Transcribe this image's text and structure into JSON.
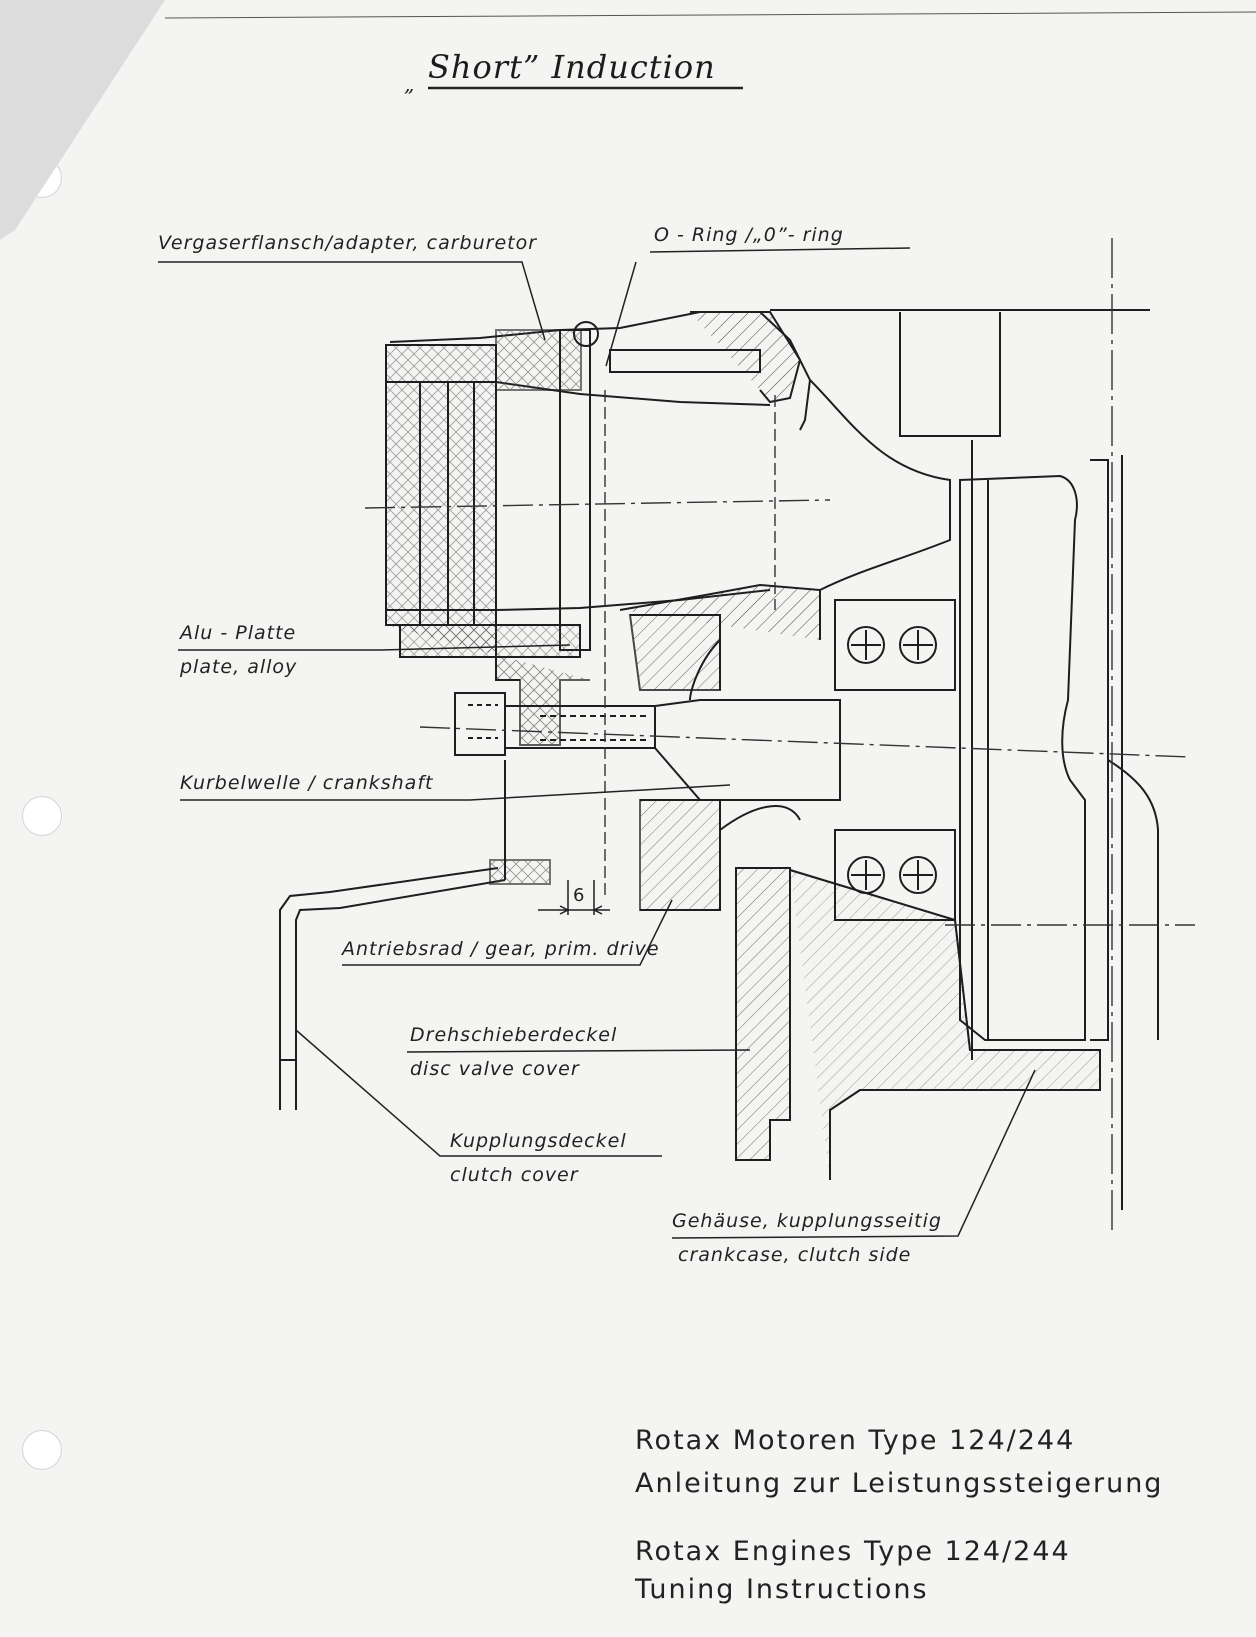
{
  "title": "Short” Induction",
  "title_open_quote": "„",
  "labels": {
    "carburetor_adapter": "Vergaserflansch/adapter, carburetor",
    "o_ring": "O - Ring /„0”- ring",
    "alu_plate_de": "Alu - Platte",
    "alu_plate_en": "plate, alloy",
    "crankshaft": "Kurbelwelle / crankshaft",
    "gear_primary_drive": "Antriebsrad / gear, prim. drive",
    "disc_valve_de": "Drehschieberdeckel",
    "disc_valve_en": "disc valve cover",
    "clutch_cover_de": "Kupplungsdeckel",
    "clutch_cover_en": "clutch cover",
    "crankcase_de": "Gehäuse, kupplungsseitig",
    "crankcase_en": "crankcase, clutch side"
  },
  "dimension": "6",
  "footer": {
    "line1": "Rotax Motoren Type 124/244",
    "line2": "Anleitung zur Leistungssteigerung",
    "line3": "Rotax Engines Type 124/244",
    "line4": "Tuning Instructions"
  }
}
